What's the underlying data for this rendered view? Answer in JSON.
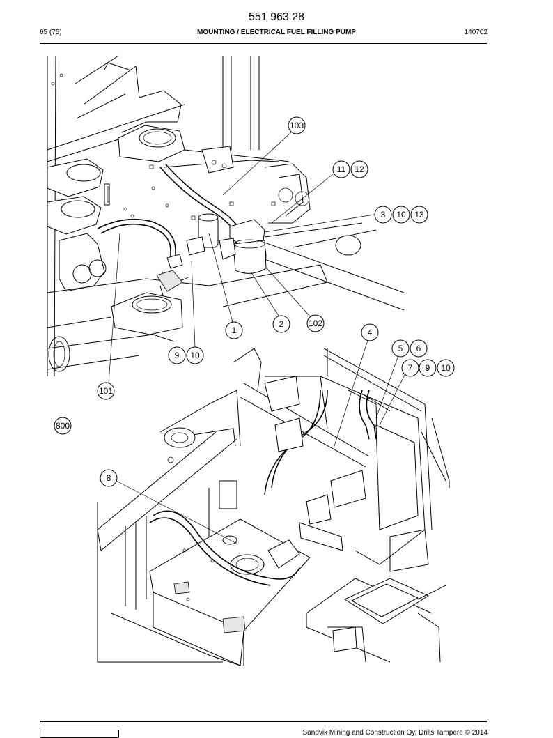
{
  "header": {
    "document_number": "551 963 28",
    "page": "65 (75)",
    "title": "MOUNTING / ELECTRICAL FUEL FILLING PUMP",
    "code": "140702"
  },
  "footer": {
    "copyright": "Sandvik Mining and Construction Oy, Drills Tampere © 2014"
  },
  "callouts": [
    "103",
    "11",
    "12",
    "3",
    "10",
    "13",
    "1",
    "2",
    "102",
    "9",
    "10",
    "4",
    "5",
    "6",
    "7",
    "9",
    "10",
    "101",
    "800",
    "8"
  ]
}
